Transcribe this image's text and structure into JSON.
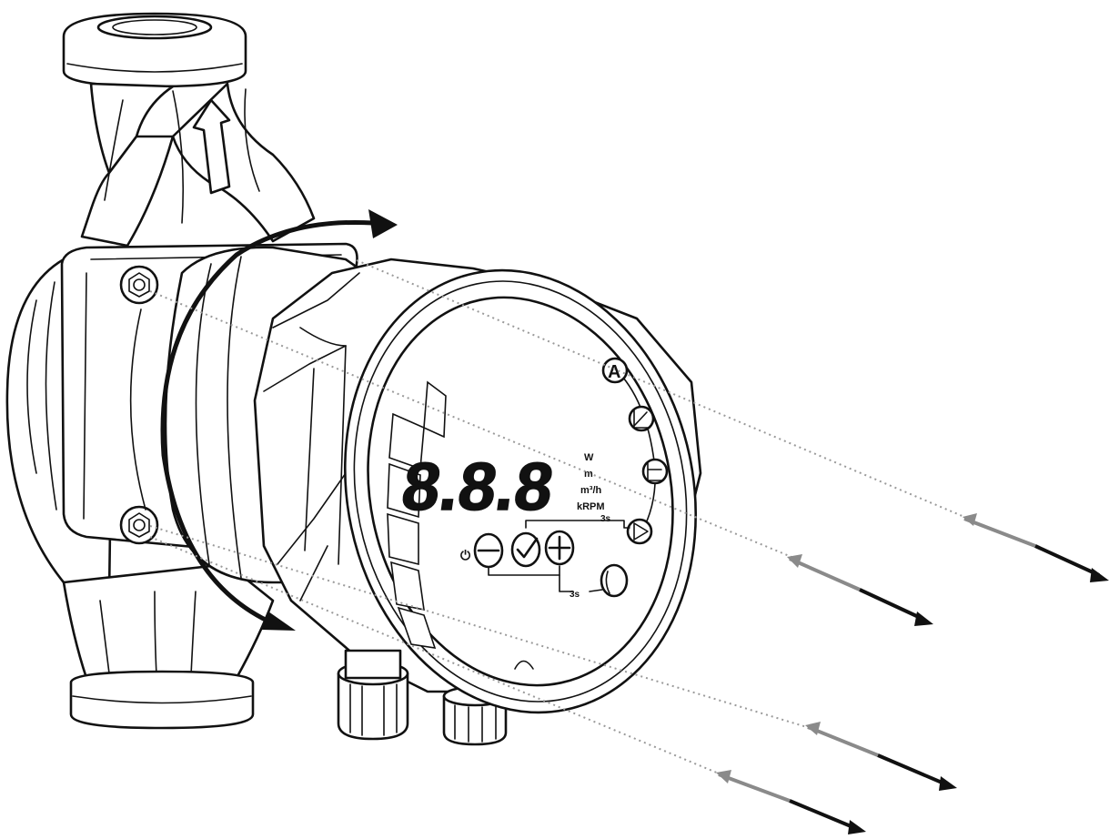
{
  "display": {
    "digits": "8.8.8",
    "units": [
      "W",
      "m",
      "m³/h",
      "kRPM"
    ]
  },
  "mode_icons": [
    "A",
    "proportional-pressure-icon",
    "constant-pressure-icon",
    "constant-speed-icon"
  ],
  "controls": {
    "power_symbol": "⏻",
    "minus_icon": "minus-icon",
    "confirm_icon": "check-icon",
    "plus_icon": "plus-icon",
    "round_button_icon": "round-button-icon"
  },
  "timing_labels": {
    "upper": "3s",
    "lower": "3s"
  },
  "colors": {
    "line": "#111111",
    "leader": "#9a9a9a",
    "arrow_grey": "#8a8a8a",
    "arrow_black": "#111111"
  }
}
